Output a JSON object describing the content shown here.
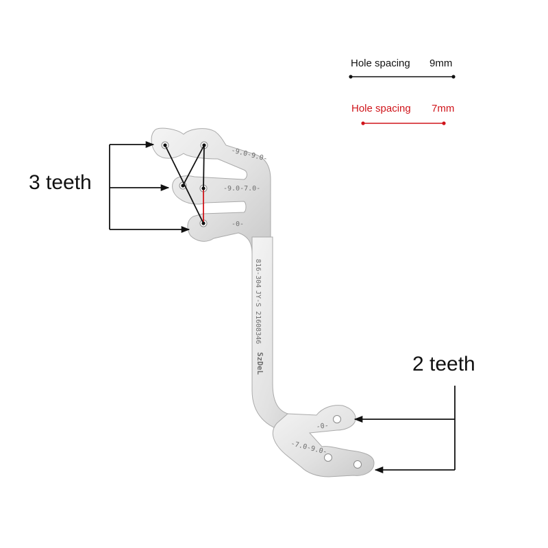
{
  "legend": {
    "spacing_9": {
      "label": "Hole spacing",
      "value": "9mm",
      "color": "#111111"
    },
    "spacing_7": {
      "label": "Hole spacing",
      "value": "7mm",
      "color": "#d0141a"
    }
  },
  "callouts": {
    "upper": {
      "label": "3 teeth"
    },
    "lower": {
      "label": "2 teeth"
    }
  },
  "engraving": {
    "top_row": "-9.0-9.0-",
    "middle_row": "-9.0-7.0-",
    "bottom_row": "-0-",
    "shaft_line1": "816-304",
    "shaft_line2": "JY-S 21608346",
    "brand": "SzDeL",
    "foot_upper": "-0-",
    "foot_lower": "-7.0-9.0-"
  },
  "colors": {
    "steel_light": "#efefef",
    "steel_dark": "#bdbdbd",
    "accent_red": "#d0141a",
    "ink": "#111111"
  }
}
